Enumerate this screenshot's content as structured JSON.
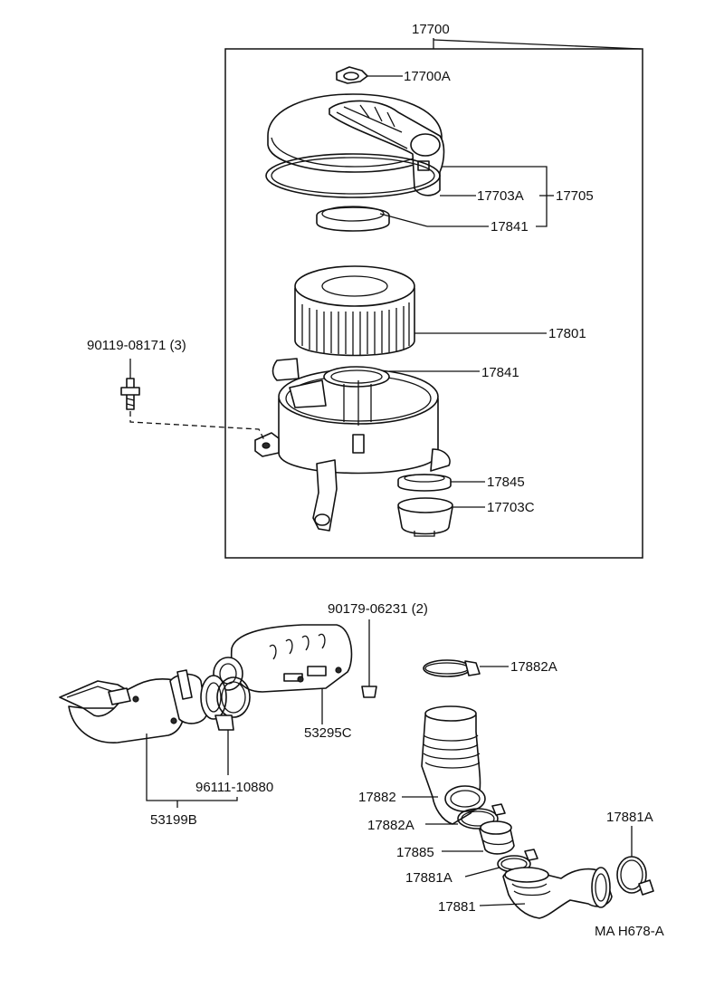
{
  "labels": {
    "assembly": "17700",
    "cap": "17700A",
    "gasket_top": "17703A",
    "cover_group": "17705",
    "gasket_mid": "17841",
    "element": "17801",
    "gasket_low": "17841",
    "seal": "17845",
    "cap_bottom": "17703C",
    "bolt": "90119-08171 (3)",
    "clip_screw": "90179-06231 (2)",
    "resonator": "53295C",
    "clamp_bolt": "96111-10880",
    "intake_duct": "53199B",
    "clamp_top": "17882A",
    "hose_upper": "17882",
    "clamp_upper": "17882A",
    "connector": "17885",
    "clamp_lower": "17881A",
    "clamp_right": "17881A",
    "hose_lower": "17881",
    "diagram_code": "MA H678-A"
  }
}
